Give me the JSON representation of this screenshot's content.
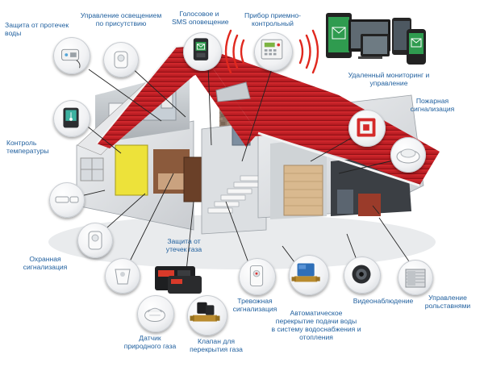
{
  "labels": {
    "water_leak": "Защита от протечек\nводы",
    "light_presence": "Управление освещением\nпо присутствию",
    "voice_sms": "Голосовое и\nSMS оповещение",
    "control_panel": "Прибор приемно-\nконтрольный",
    "remote_monitoring": "Удаленный мониторинг и\nуправление",
    "temperature": "Контроль\nтемпературы",
    "fire_alarm": "Пожарная\nсигнализация",
    "security_alarm": "Охранная\nсигнализация",
    "gas_leak": "Защита от\nутечек газа",
    "panic_alarm": "Тревожная\nсигнализация",
    "water_shutoff": "Автоматическое\nперекрытие подачи воды\nв систему водоснабжения и\nотопления",
    "video": "Видеонаблюдение",
    "roller_shutters": "Управление\nрольставнями",
    "natural_gas_sensor": "Датчик\nприродного газа",
    "gas_valve": "Клапан для\nперекрытия газа"
  },
  "colors": {
    "label_text": "#1f5f9e",
    "roof": "#c41d24",
    "connector": "#222222"
  },
  "icons": {
    "water_leak": "water-leak-sensor-icon",
    "light_presence": "motion-sensor-icon",
    "voice_sms": "gsm-module-icon",
    "control_panel": "control-panel-icon",
    "remote_monitoring": "devices-icon",
    "temperature": "thermostat-icon",
    "fire_alarm": "fire-call-point-icon",
    "smoke": "smoke-detector-icon",
    "door_contact": "door-contact-sensor-icon",
    "security_motion": "motion-detector-icon",
    "security_pir": "pir-sensor-icon",
    "gas_leak": "gas-controller-icon",
    "panic_alarm": "panic-button-icon",
    "water_shutoff": "motorized-valve-icon",
    "video": "camera-icon",
    "roller_shutters": "shutter-icon",
    "natural_gas_sensor": "gas-sensor-icon",
    "gas_valve": "solenoid-valve-icon"
  }
}
